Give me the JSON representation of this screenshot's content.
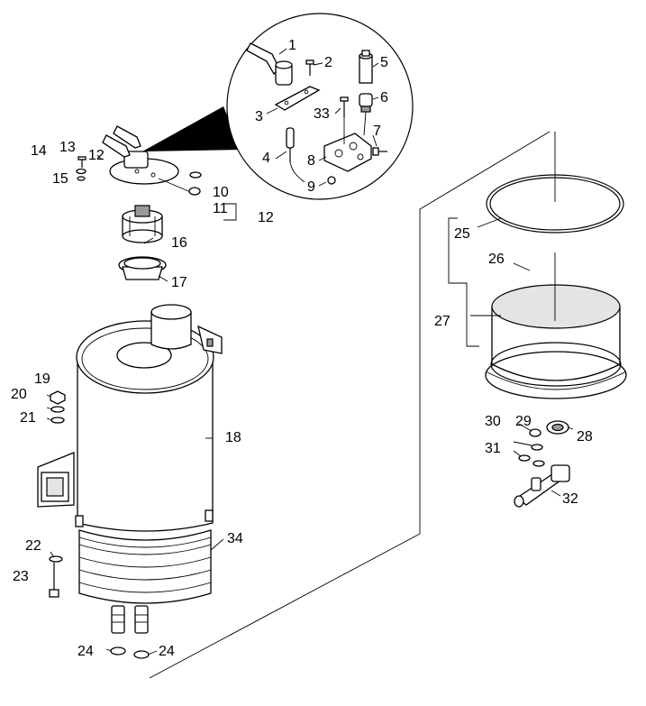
{
  "labels": {
    "l1": "1",
    "l2": "2",
    "l3": "3",
    "l4": "4",
    "l5": "5",
    "l6": "6",
    "l7": "7",
    "l8": "8",
    "l9": "9",
    "l33": "33",
    "l13": "13",
    "l14": "14",
    "l12a": "12",
    "l15": "15",
    "l10": "10",
    "l11": "11",
    "l12b": "12",
    "l16": "16",
    "l17": "17",
    "l18": "18",
    "l19": "19",
    "l20": "20",
    "l21": "21",
    "l22": "22",
    "l23": "23",
    "l34": "34",
    "l24a": "24",
    "l24b": "24",
    "l25": "25",
    "l26": "26",
    "l27": "27",
    "l28": "28",
    "l29": "29",
    "l30": "30",
    "l31": "31",
    "l32": "32"
  }
}
